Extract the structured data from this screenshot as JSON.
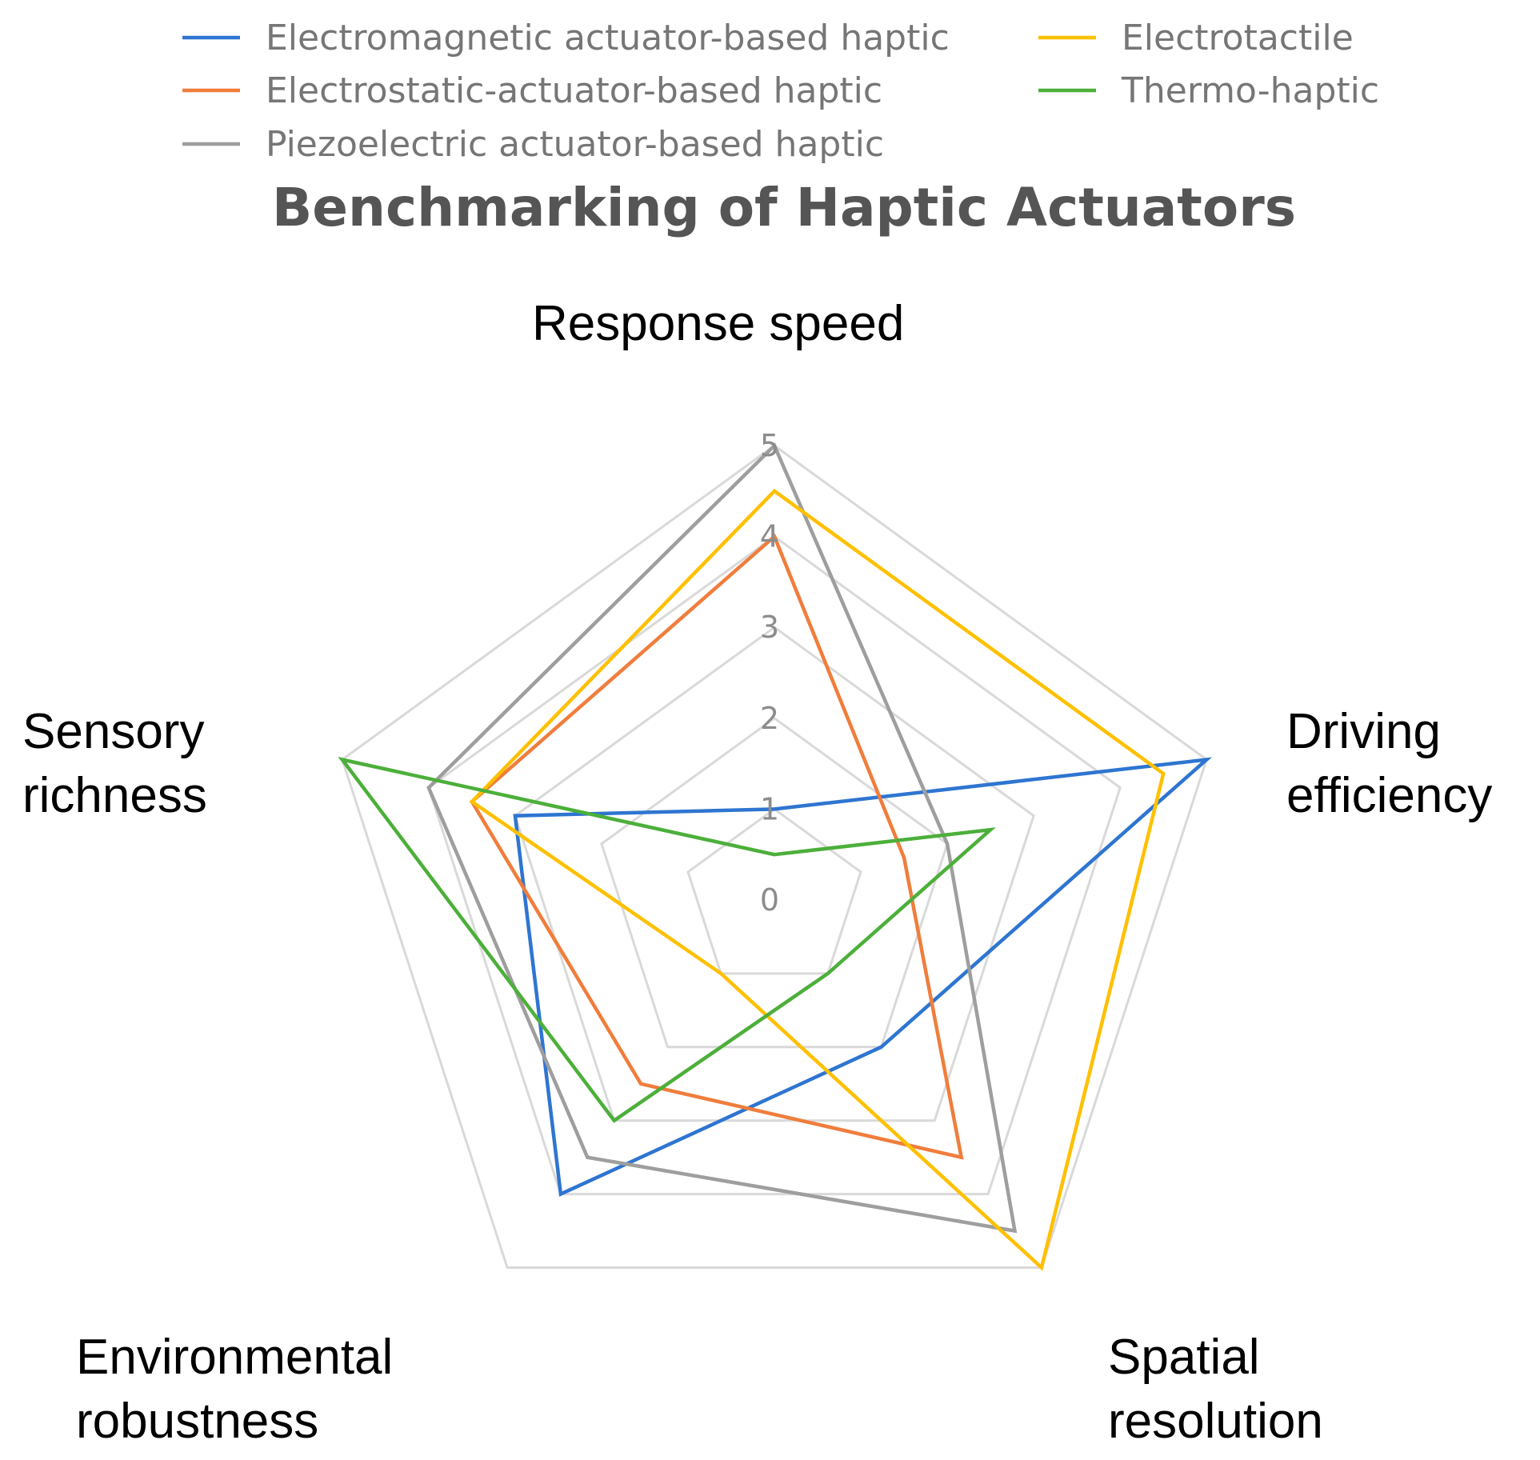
{
  "chart_data": {
    "type": "radar",
    "title": "Benchmarking of Haptic Actuators",
    "axes": [
      "Response speed",
      "Driving efficiency",
      "Spatial resolution",
      "Environmental robustness",
      "Sensory richness"
    ],
    "axis_label_lines": [
      [
        "Response speed"
      ],
      [
        "Driving",
        "efficiency"
      ],
      [
        "Spatial",
        "resolution"
      ],
      [
        "Environmental",
        "robustness"
      ],
      [
        "Sensory",
        "richness"
      ]
    ],
    "ticks": [
      "0",
      "1",
      "2",
      "3",
      "4",
      "5"
    ],
    "range": [
      0,
      5
    ],
    "grid": true,
    "legend_position": "top",
    "series": [
      {
        "name": "Electromagnetic actuator-based haptic",
        "color": "#2e75d1",
        "values": [
          1,
          5,
          2,
          4,
          3
        ]
      },
      {
        "name": "Electrostatic-actuator-based haptic",
        "color": "#f07d3c",
        "values": [
          4,
          1.5,
          3.5,
          2.5,
          3.5
        ]
      },
      {
        "name": "Piezoelectric actuator-based haptic",
        "color": "#9e9e9e",
        "values": [
          5,
          2,
          4.5,
          3.5,
          4
        ]
      },
      {
        "name": "Electrotactile",
        "color": "#ffc000",
        "values": [
          4.5,
          4.5,
          5,
          1,
          3.5
        ]
      },
      {
        "name": "Thermo-haptic",
        "color": "#4caf3a",
        "values": [
          0.5,
          2.5,
          1,
          3,
          5
        ]
      }
    ]
  }
}
